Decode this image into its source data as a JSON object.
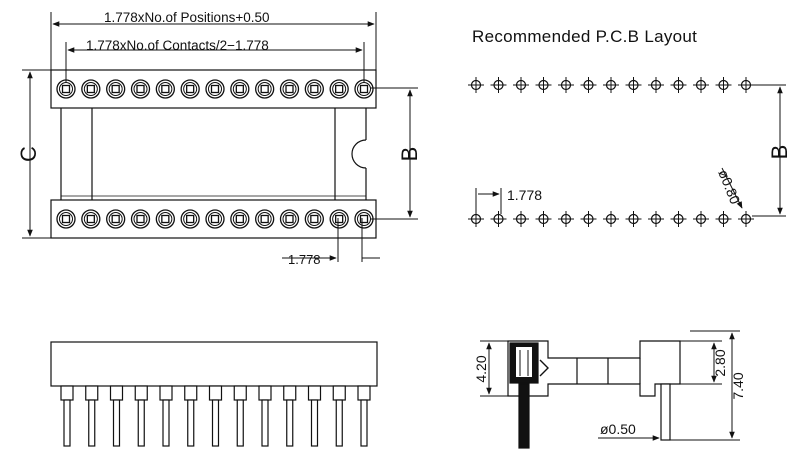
{
  "labels": {
    "positions_formula": "1.778xNo.of Positions+0.50",
    "contacts_formula": "1.778xNo.of Contacts/2−1.778",
    "dim_c": "C",
    "dim_b_left": "B",
    "pitch_bottom": "1.778",
    "pcb_title": "Recommended P.C.B Layout",
    "pcb_pitch": "1.778",
    "pcb_hole": "ø0.80",
    "dim_b_right": "B",
    "height_body": "4.20",
    "height_top": "2.80",
    "height_total": "7.40",
    "pin_dia": "ø0.50"
  },
  "pins_per_row": 13,
  "colors": {
    "ink": "#111111",
    "background": "#ffffff"
  }
}
